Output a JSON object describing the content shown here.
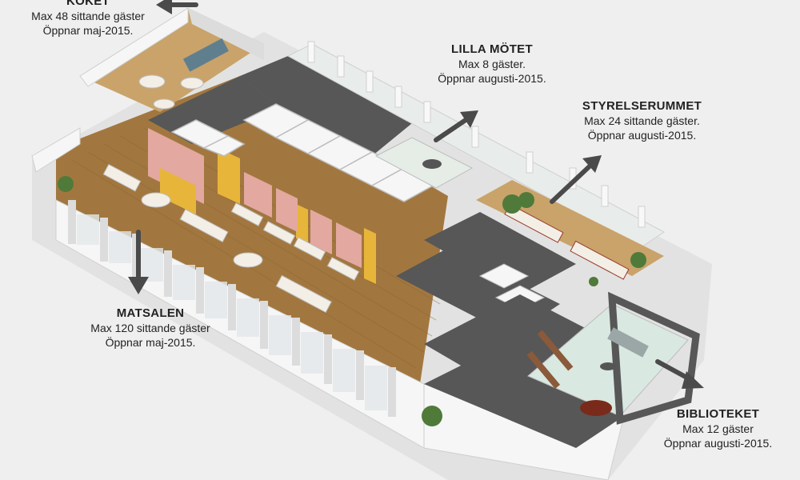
{
  "rooms": [
    {
      "id": "koket",
      "name": "KÖKET",
      "capacity": "Max 48 sittande gäster",
      "opening": "Öppnar maj-2015."
    },
    {
      "id": "lilla",
      "name": "LILLA MÖTET",
      "capacity": "Max 8 gäster.",
      "opening": "Öppnar augusti-2015."
    },
    {
      "id": "styrelse",
      "name": "STYRELSERUMMET",
      "capacity": "Max 24 sittande gäster.",
      "opening": "Öppnar augusti-2015."
    },
    {
      "id": "matsalen",
      "name": "MATSALEN",
      "capacity": "Max 120 sittande gäster",
      "opening": "Öppnar maj-2015."
    },
    {
      "id": "bibliotek",
      "name": "BIBLIOTEKET",
      "capacity": "Max 12 gäster",
      "opening": "Öppnar augusti-2015."
    }
  ],
  "colors": {
    "background": "#efefef",
    "wall": "#f6f6f6",
    "wall_shade": "#dcdcdc",
    "roof_dark": "#575757",
    "floor_wood": "#a2773f",
    "floor_light": "#c9a36a",
    "glass": "#dde6e3",
    "accent_yellow": "#e8b53b",
    "accent_pink": "#e3a8a0",
    "library_floor": "#d9e8e0",
    "arrow": "#4a4a4a",
    "plant": "#4f7a3a",
    "text": "#222222"
  }
}
